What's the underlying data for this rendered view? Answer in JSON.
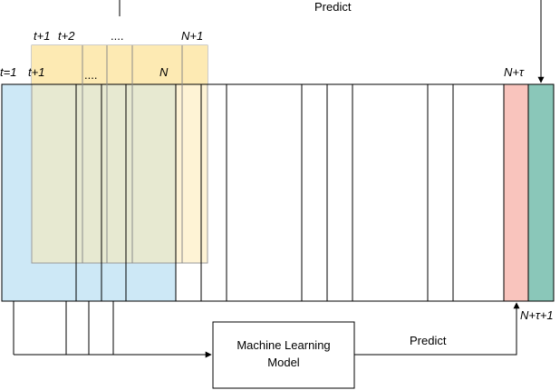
{
  "labels": {
    "predict_top": "Predict",
    "predict_bottom": "Predict",
    "t1": "t=1",
    "t_plus_1_window1": "t+1",
    "dots_window1": "....",
    "N_window1": "N",
    "t_plus_1_window2": "t+1",
    "t_plus_2_window2": "t+2",
    "dots_window2": "....",
    "N_plus_1_window2": "N+1",
    "N_plus_tau": "N+τ",
    "N_plus_tau_plus_1": "N+τ+1"
  },
  "model_box": {
    "line1": "Machine Learning",
    "line2": "Model"
  },
  "colors": {
    "window1_fill": "#cde8f6",
    "window2_fill": "#fdeab3",
    "target_fill": "#f9c4bd",
    "predicted_fill": "#8ac7b9",
    "stroke": "#000000"
  }
}
